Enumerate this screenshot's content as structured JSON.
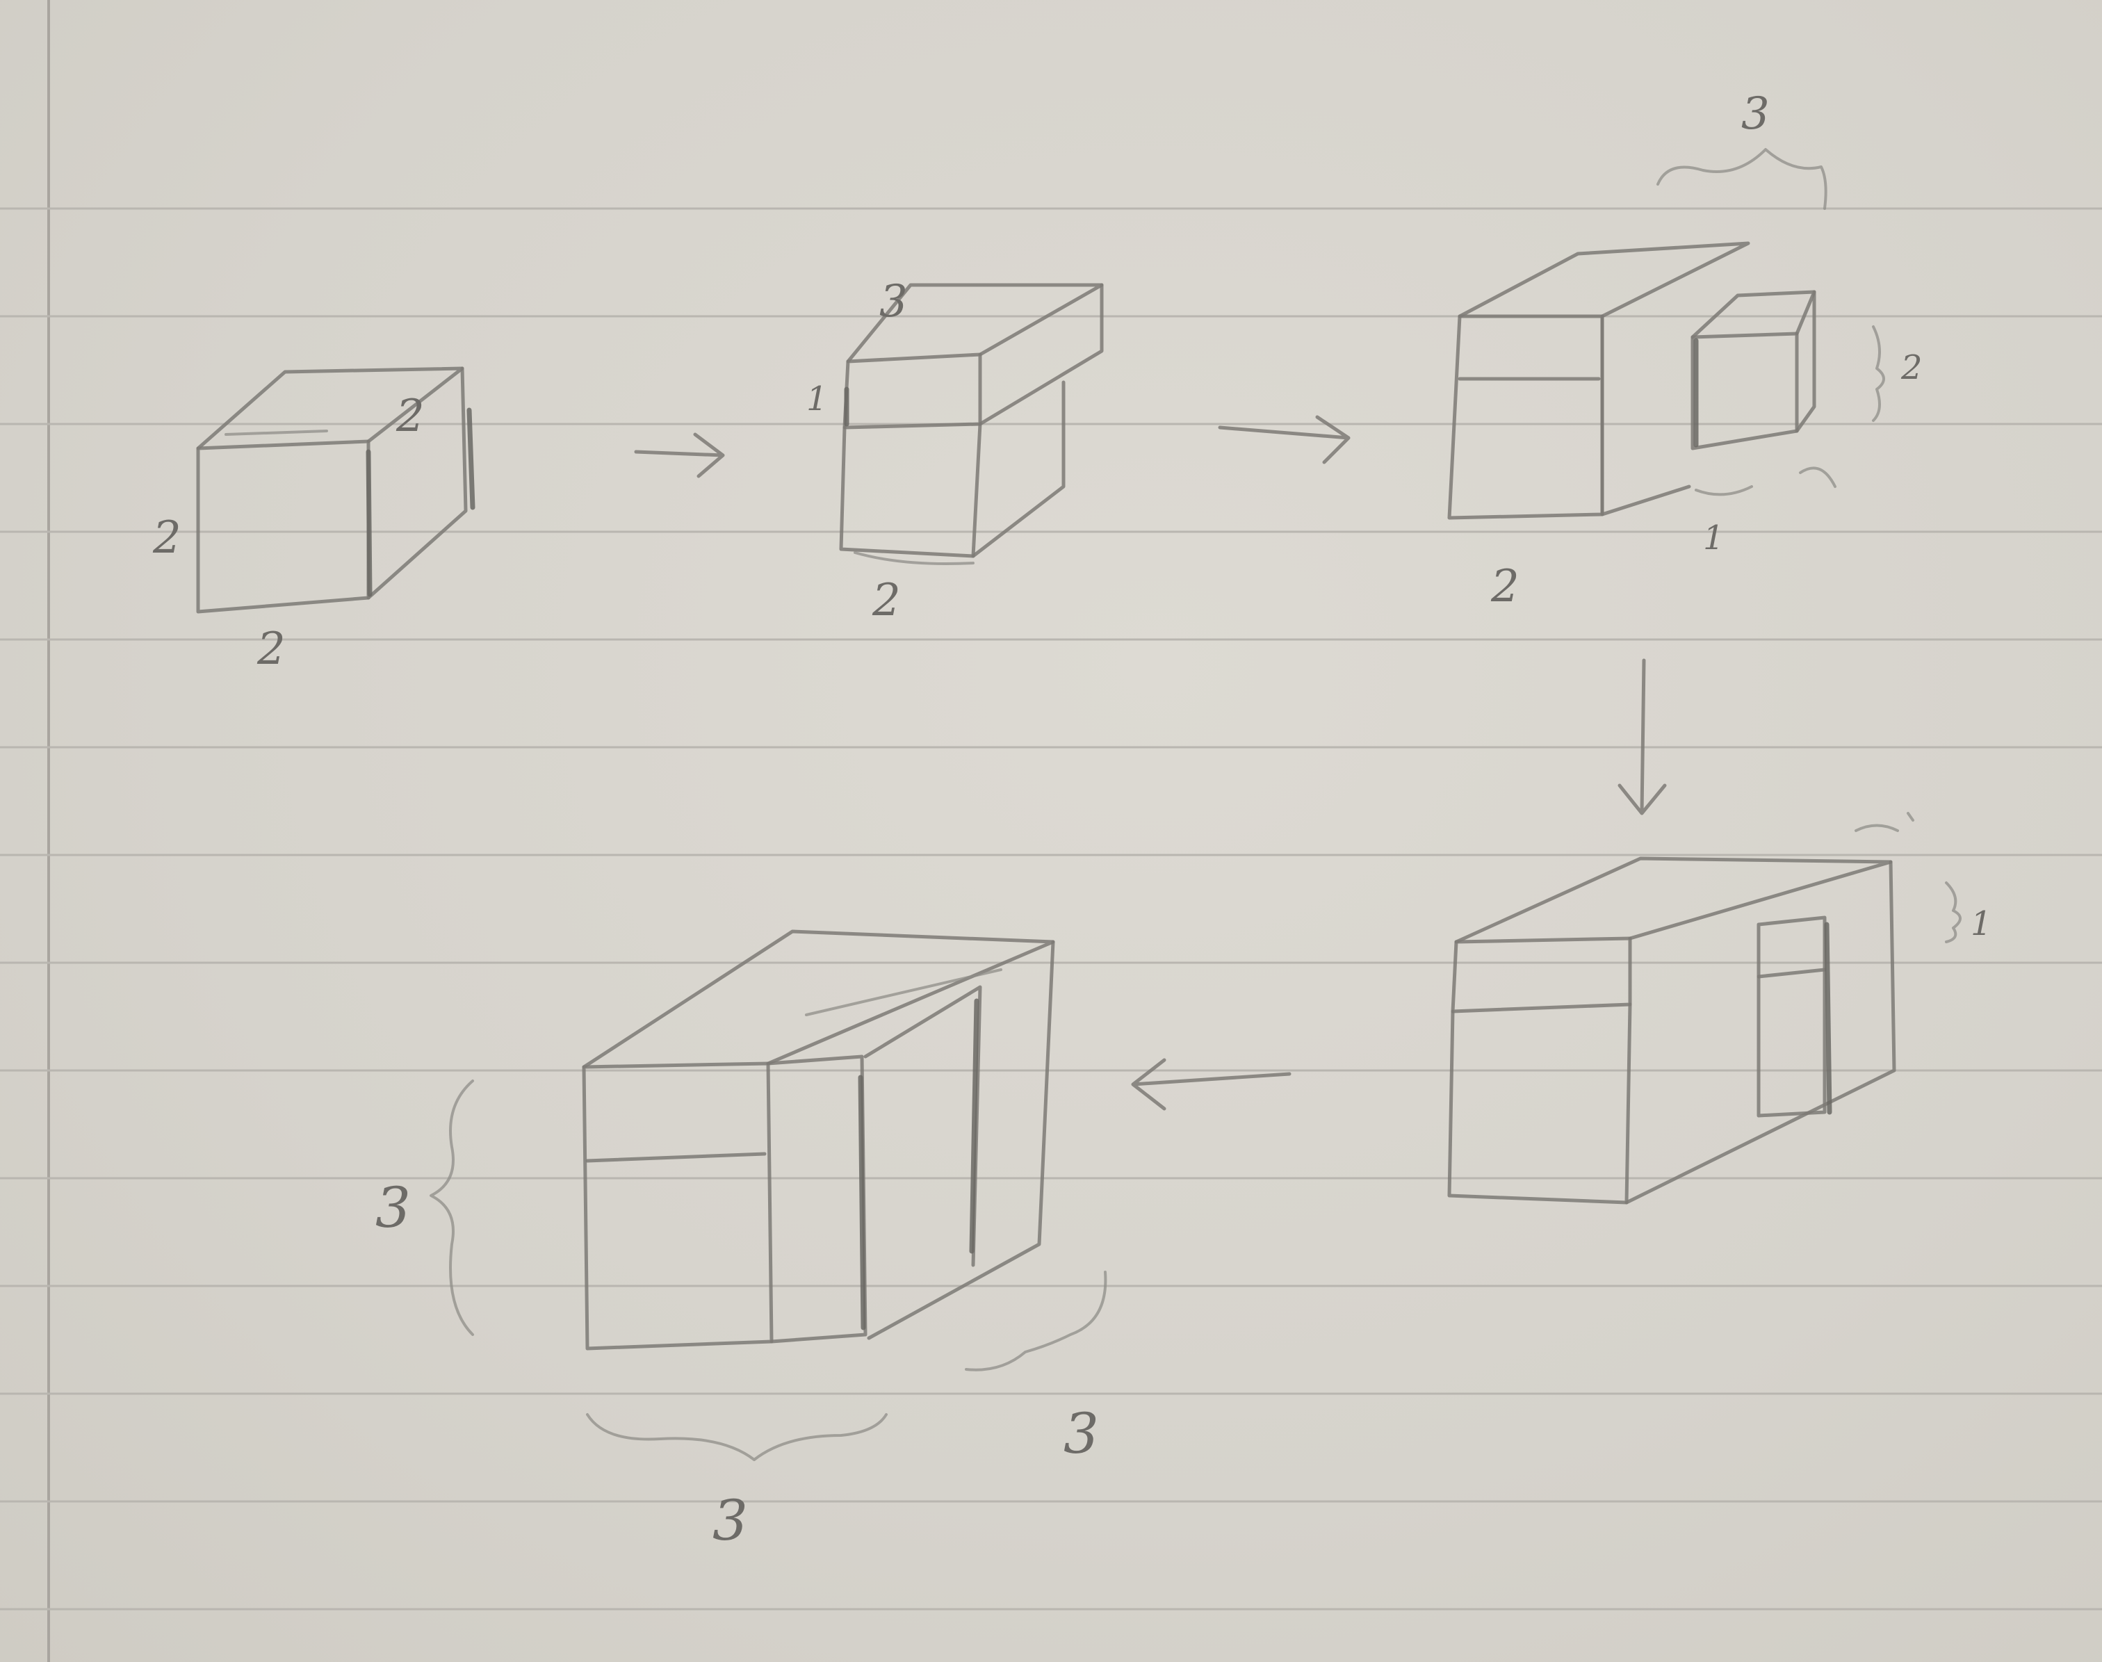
{
  "labels": {
    "a_left": "2",
    "a_top": "2",
    "a_bottom": "2",
    "b_top": "3",
    "b_left": "1",
    "b_bottom": "2",
    "c_top": "3",
    "c_right": "2",
    "c_bottom": "2",
    "c_small": "1",
    "d_right": "1",
    "e_left": "3",
    "e_bottom": "3",
    "e_right": "3"
  }
}
